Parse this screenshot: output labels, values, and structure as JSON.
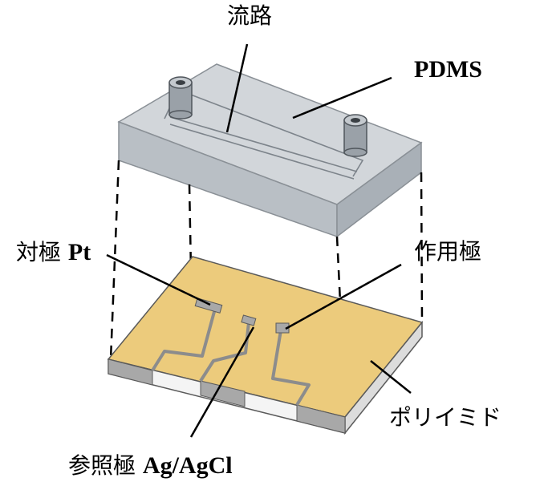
{
  "labels": {
    "channel": "流路",
    "pdms": "PDMS",
    "counter_electrode": "対極 Pt",
    "working_electrode": "作用極",
    "reference_electrode": "参照極 Ag/AgCl",
    "polyimide": "ポリイミド"
  },
  "colors": {
    "pdms_fill": "#c9ced3",
    "pdms_edge": "#8a9096",
    "substrate_fill": "#eccb7c",
    "substrate_edge": "#5a5a5a",
    "electrode_fill": "#a8a8a8",
    "leader_line": "#000000"
  }
}
